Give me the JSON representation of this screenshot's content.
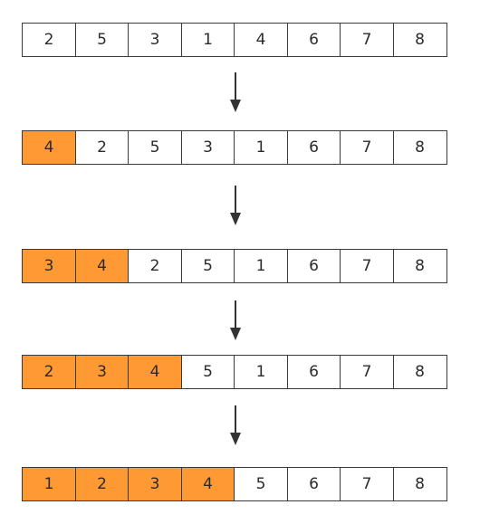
{
  "steps": [
    {
      "values": [
        "2",
        "5",
        "3",
        "1",
        "4",
        "6",
        "7",
        "8"
      ],
      "highlighted_count": 0
    },
    {
      "values": [
        "4",
        "2",
        "5",
        "3",
        "1",
        "6",
        "7",
        "8"
      ],
      "highlighted_count": 1
    },
    {
      "values": [
        "3",
        "4",
        "2",
        "5",
        "1",
        "6",
        "7",
        "8"
      ],
      "highlighted_count": 2
    },
    {
      "values": [
        "2",
        "3",
        "4",
        "5",
        "1",
        "6",
        "7",
        "8"
      ],
      "highlighted_count": 3
    },
    {
      "values": [
        "1",
        "2",
        "3",
        "4",
        "5",
        "6",
        "7",
        "8"
      ],
      "highlighted_count": 4
    }
  ],
  "colors": {
    "highlight": "#ff9933",
    "border": "#3a3a3a",
    "text": "#2b2b2b",
    "arrow": "#333333"
  }
}
